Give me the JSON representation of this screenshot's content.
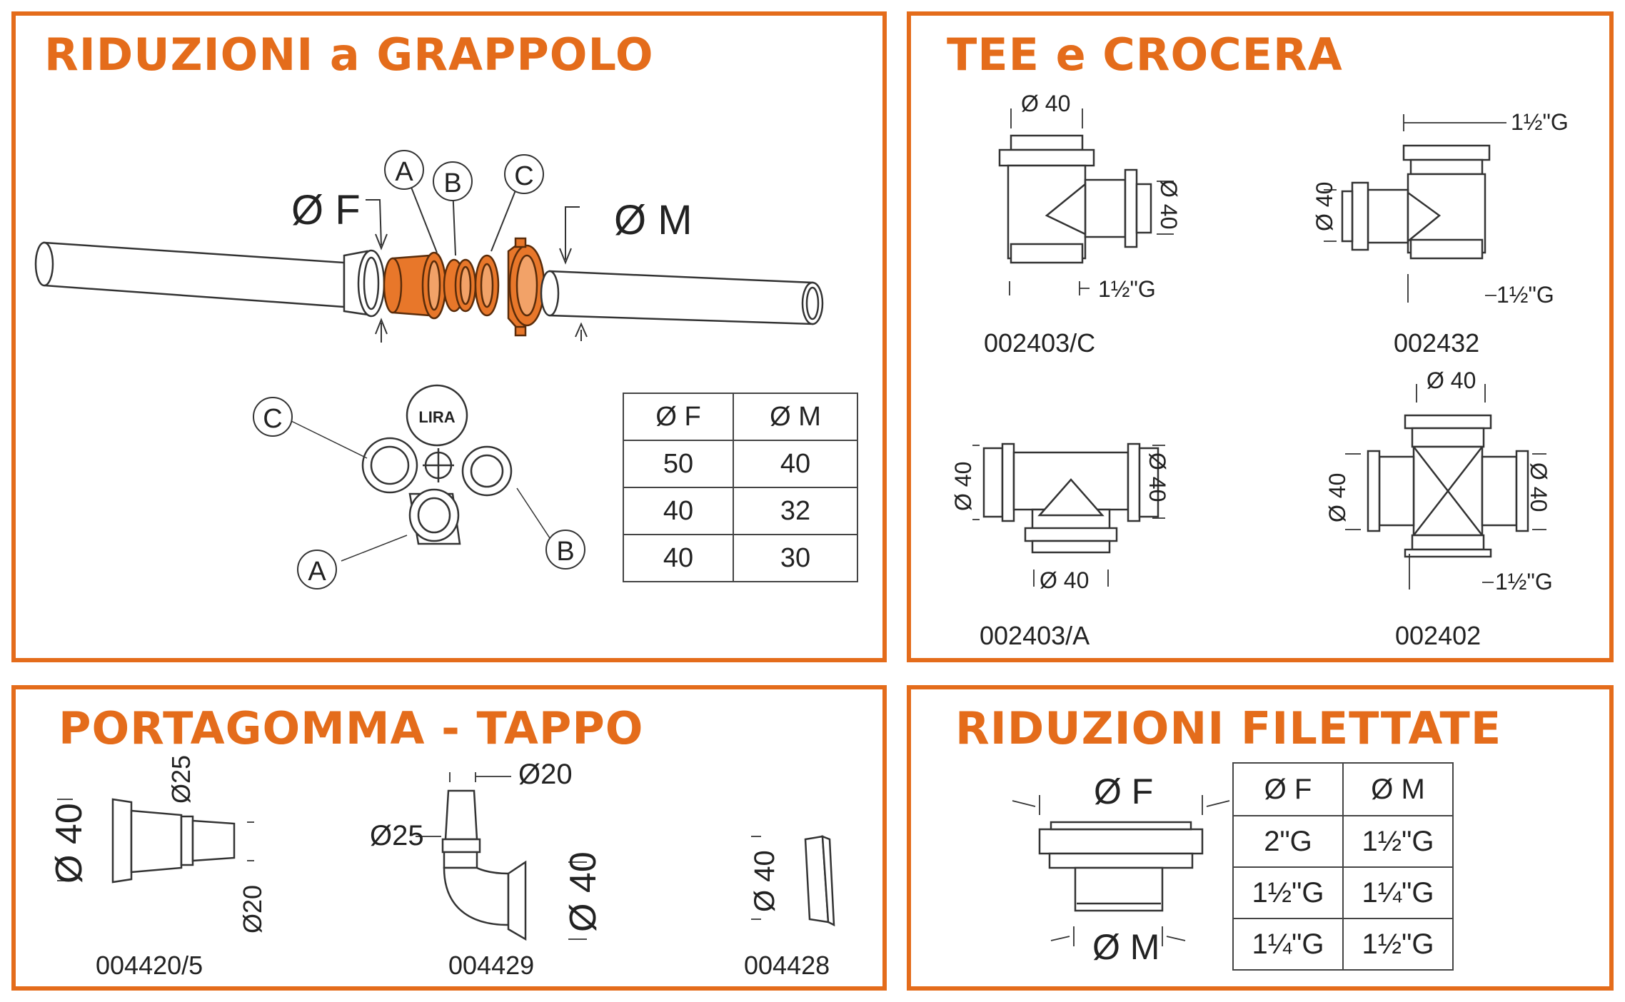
{
  "panels": {
    "grappolo": {
      "title": "RIDUZIONI a GRAPPOLO",
      "label_f": "Ø F",
      "label_m": "Ø M",
      "callouts": [
        "A",
        "B",
        "C"
      ],
      "logo_text": "LIRA",
      "table": {
        "headers": [
          "Ø F",
          "Ø M"
        ],
        "rows": [
          [
            "50",
            "40"
          ],
          [
            "40",
            "32"
          ],
          [
            "40",
            "30"
          ]
        ]
      }
    },
    "tee": {
      "title": "TEE e CROCERA",
      "items": [
        {
          "code": "002403/C",
          "dims": [
            "Ø 40",
            "Ø 40",
            "1½\"G"
          ]
        },
        {
          "code": "002432",
          "dims": [
            "1½\"G",
            "Ø 40",
            "1½\"G"
          ]
        },
        {
          "code": "002403/A",
          "dims": [
            "Ø 40",
            "Ø 40",
            "Ø 40"
          ]
        },
        {
          "code": "002402",
          "dims": [
            "Ø 40",
            "Ø 40",
            "Ø 40",
            "1½\"G"
          ]
        }
      ]
    },
    "portagomma": {
      "title": "PORTAGOMMA - TAPPO",
      "items": [
        {
          "code": "004420/5",
          "dims": [
            "Ø 40",
            "Ø25",
            "Ø20"
          ]
        },
        {
          "code": "004429",
          "dims": [
            "Ø20",
            "Ø25",
            "Ø 40"
          ]
        },
        {
          "code": "004428",
          "dims": [
            "Ø 40"
          ]
        }
      ]
    },
    "filettate": {
      "title": "RIDUZIONI FILETTATE",
      "label_f": "Ø F",
      "label_m": "Ø M",
      "table": {
        "headers": [
          "Ø F",
          "Ø M"
        ],
        "rows": [
          [
            "2\"G",
            "1½\"G"
          ],
          [
            "1½\"G",
            "1¼\"G"
          ],
          [
            "1¼\"G",
            "1½\"G"
          ]
        ]
      }
    }
  },
  "colors": {
    "accent": "#e46c1b",
    "part_fill": "#e8772a",
    "line": "#333333"
  }
}
